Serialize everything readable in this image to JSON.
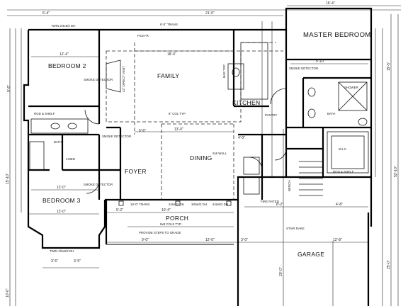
{
  "rooms": {
    "master_bedroom": "MASTER BEDROOM",
    "bedroom2": "BEDROOM 2",
    "bedroom3": "BEDROOM 3",
    "family": "FAMILY",
    "kitchen": "KITCHEN",
    "dining": "DINING",
    "foyer": "FOYER",
    "porch": "PORCH",
    "garage": "GARAGE",
    "bath_left": "BATH",
    "bath_master": "BATH",
    "linen": "LINEN",
    "wic": "W.I.C.",
    "shower": "SHOWER",
    "pantry": "PANTRY",
    "bench": "BENCH"
  },
  "notes": {
    "twin_top": "TWIN 2/4x6/2 DH",
    "twin_bottom": "TWIN 2/6x6/2 DH",
    "trans_top": "6'-0\" TRANS",
    "fxd_fr": "FXD FR",
    "direct_vent": "42\" DIRECT VENT",
    "col_typ": "8\" COL TYP.",
    "smoke1": "SMOKE DETECTOR",
    "smoke2": "SMOKE DETECTOR",
    "smoke3": "SMOKE DETECTOR",
    "smoke4": "SMOKE DETECTOR",
    "trans_porch": "10'-0\" TRANS",
    "dh_porch": "2/4x6/2 DH",
    "dh_porch2": "3/0x6/2 DH",
    "dh_porch3": "2/4x6/2 DH",
    "cols": "8x8 COLS TYP.",
    "steps": "PROVIDE STEPS TO GRADE",
    "wall_2x6": "2x6 WALL",
    "fire_rated": "FIRE RATED",
    "stair_rake": "STAIR RAKE",
    "rod_shelf": "ROD & SHELF",
    "rod_shelf2": "ROD & SHELF",
    "bar_top": "BAR TOP"
  },
  "dims": {
    "d_64": "6'-4\"",
    "d_124": "12'-4\"",
    "d_180": "18'-0\"",
    "d_510": "5'-10\"",
    "d_130": "13'-0\"",
    "d_120": "12'-0\"",
    "d_1510": "15'-10\"",
    "d_90": "9'-0\"",
    "d_30": "3'-0\"",
    "d_35": "3'-5\"",
    "d_52": "5'-2\"",
    "d_104": "10'-4\"",
    "d_210": "21'-0\"",
    "d_200": "20'-0\"",
    "d_250": "25'-0\"",
    "d_164": "16'-4\"",
    "d_5210": "52'-10\"",
    "d_195": "19'-5\"",
    "d_48": "4'-8\"",
    "d_82": "8'-2\"",
    "d_100": "10'-0\"",
    "d_128": "12'-8\"",
    "d_96": "9'-6\"",
    "d_40": "4'-0\"",
    "d_66": "6'-6\""
  }
}
